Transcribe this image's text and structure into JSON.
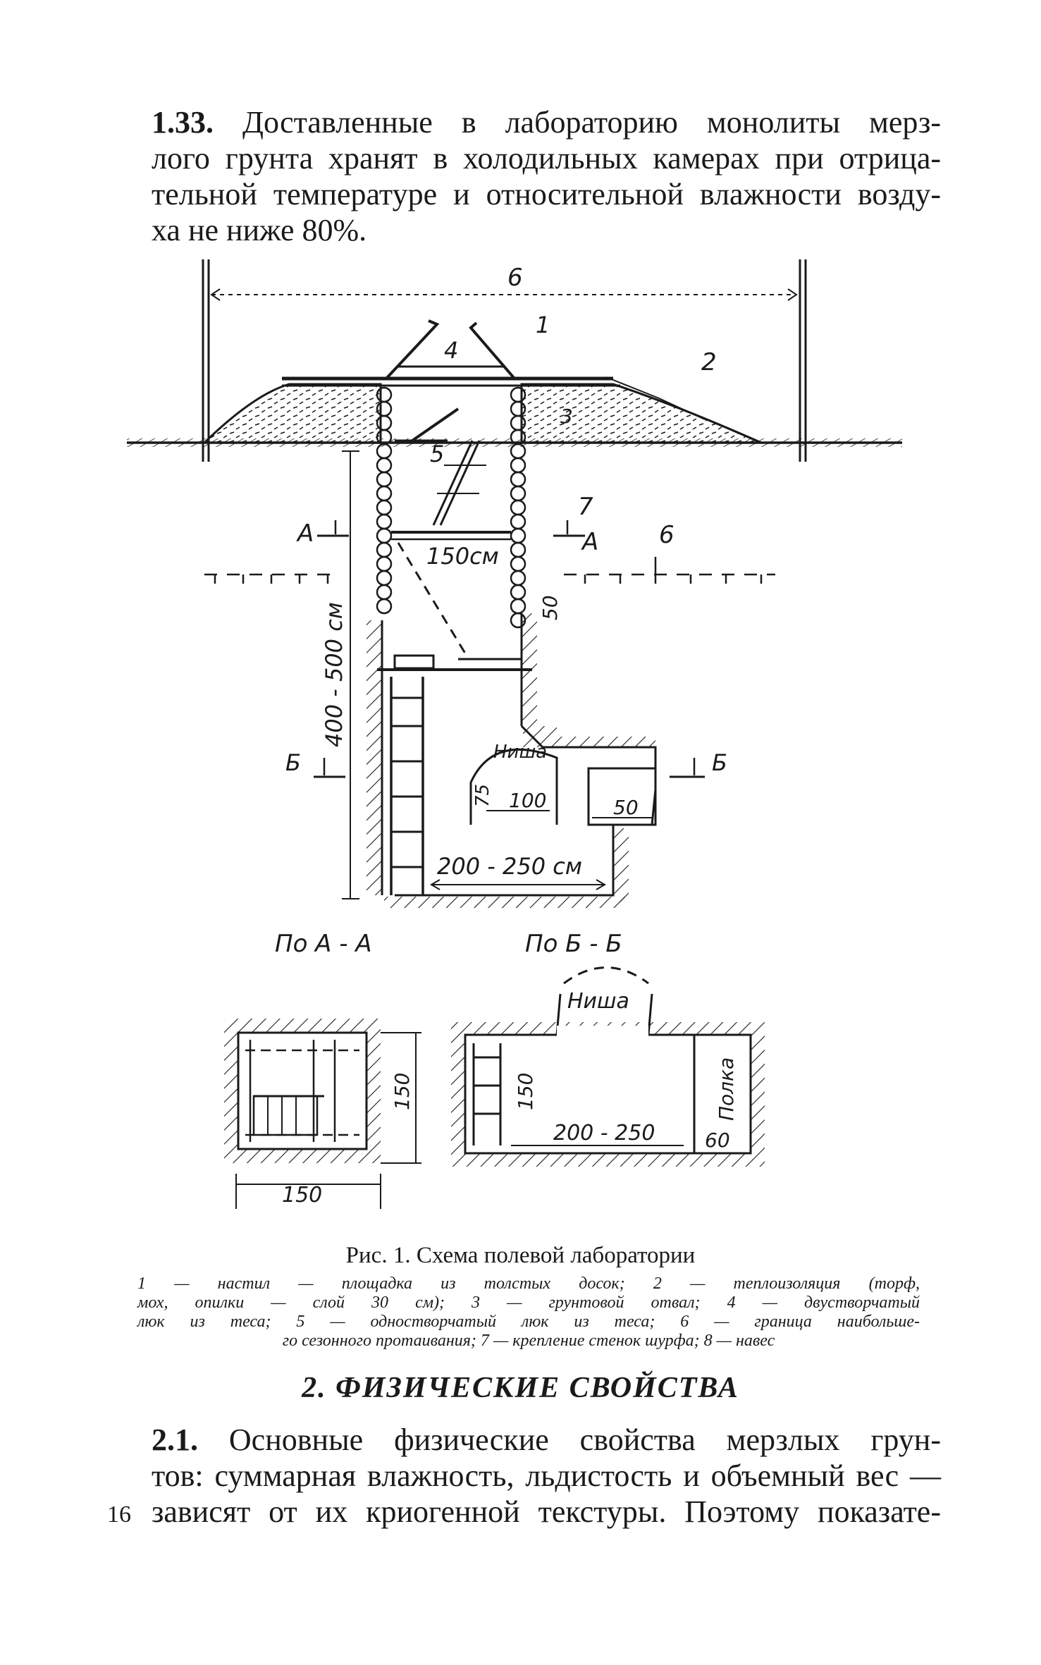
{
  "para1": {
    "lines": [
      {
        "num": "1.33.",
        "text": " Доставленные в лабораторию монолиты мерз-"
      },
      {
        "text": "лого грунта хранят в холодильных камерах при отрица-"
      },
      {
        "text": "тельной температуре и относительной влажности возду-"
      },
      {
        "text": "ха не ниже 80%."
      }
    ]
  },
  "figure": {
    "labels": {
      "n1": "1",
      "n2": "2",
      "n3": "3",
      "n4": "4",
      "n5": "5",
      "n7": "7",
      "b6_top": "6",
      "b6_mid": "6",
      "A_left": "A",
      "A_right": "A",
      "B_left": "Б",
      "B_right": "Б",
      "dim_150cm": "150см",
      "dim_50": "50",
      "dim_400_500": "400 - 500 см",
      "niche": "Ниша",
      "dim_75": "75",
      "dim_100": "100",
      "dim_50b": "50",
      "dim_200_250cm": "200 - 250 см",
      "section_aa": "По А - А",
      "section_bb": "По Б - Б",
      "aa_150_v": "150",
      "aa_150_h": "150",
      "bb_niche": "Ниша",
      "bb_150": "150",
      "bb_200_250": "200 - 250",
      "bb_shelf": "Полка",
      "bb_60": "60"
    }
  },
  "caption": {
    "title": "Рис. 1. Схема полевой лаборатории",
    "legend_lines": [
      "1 — настил — площадка из толстых досок; 2 — теплоизоляция (торф,",
      "мох, опилки — слой 30 см); 3 — грунтовой отвал; 4 — двустворчатый",
      "люк из теса; 5 — одностворчатый люк из теса; 6 — граница наибольше-",
      "го сезонного протаивания; 7 — крепление стенок шурфа; 8 — навес"
    ]
  },
  "section2": {
    "heading": "2. ФИЗИЧЕСКИЕ СВОЙСТВА"
  },
  "para2": {
    "lines": [
      {
        "num": "2.1.",
        "text": " Основные физические свойства мерзлых грун-"
      },
      {
        "text": "тов: суммарная влажность, льдистость и объемный вес —"
      },
      {
        "text": "зависят от их криогенной текстуры. Поэтому показате-"
      }
    ]
  },
  "page_number": "16"
}
